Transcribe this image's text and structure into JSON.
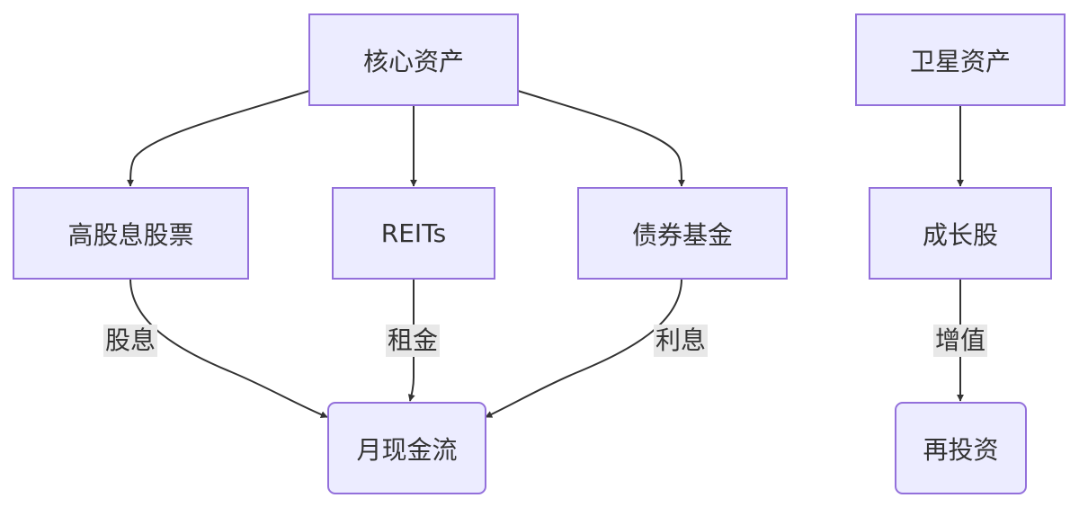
{
  "nodes": {
    "core_assets": "核心资产",
    "satellite_assets": "卫星资产",
    "high_dividend_stocks": "高股息股票",
    "reits": "REITs",
    "bond_funds": "债券基金",
    "growth_stocks": "成长股",
    "monthly_cash_flow": "月现金流",
    "reinvestment": "再投资"
  },
  "edges": [
    {
      "from": "核心资产",
      "to": "高股息股票",
      "label": ""
    },
    {
      "from": "核心资产",
      "to": "REITs",
      "label": ""
    },
    {
      "from": "核心资产",
      "to": "债券基金",
      "label": ""
    },
    {
      "from": "卫星资产",
      "to": "成长股",
      "label": ""
    },
    {
      "from": "高股息股票",
      "to": "月现金流",
      "label": "股息"
    },
    {
      "from": "REITs",
      "to": "月现金流",
      "label": "租金"
    },
    {
      "from": "债券基金",
      "to": "月现金流",
      "label": "利息"
    },
    {
      "from": "成长股",
      "to": "再投资",
      "label": "增值"
    }
  ],
  "edge_labels": {
    "dividend": "股息",
    "rent": "租金",
    "interest": "利息",
    "appreciation": "增值"
  },
  "colors": {
    "node_fill": "#ECECFF",
    "node_border": "#9370DB",
    "edge": "#333333",
    "label_bg": "#E8E8E8",
    "text": "#333333"
  }
}
